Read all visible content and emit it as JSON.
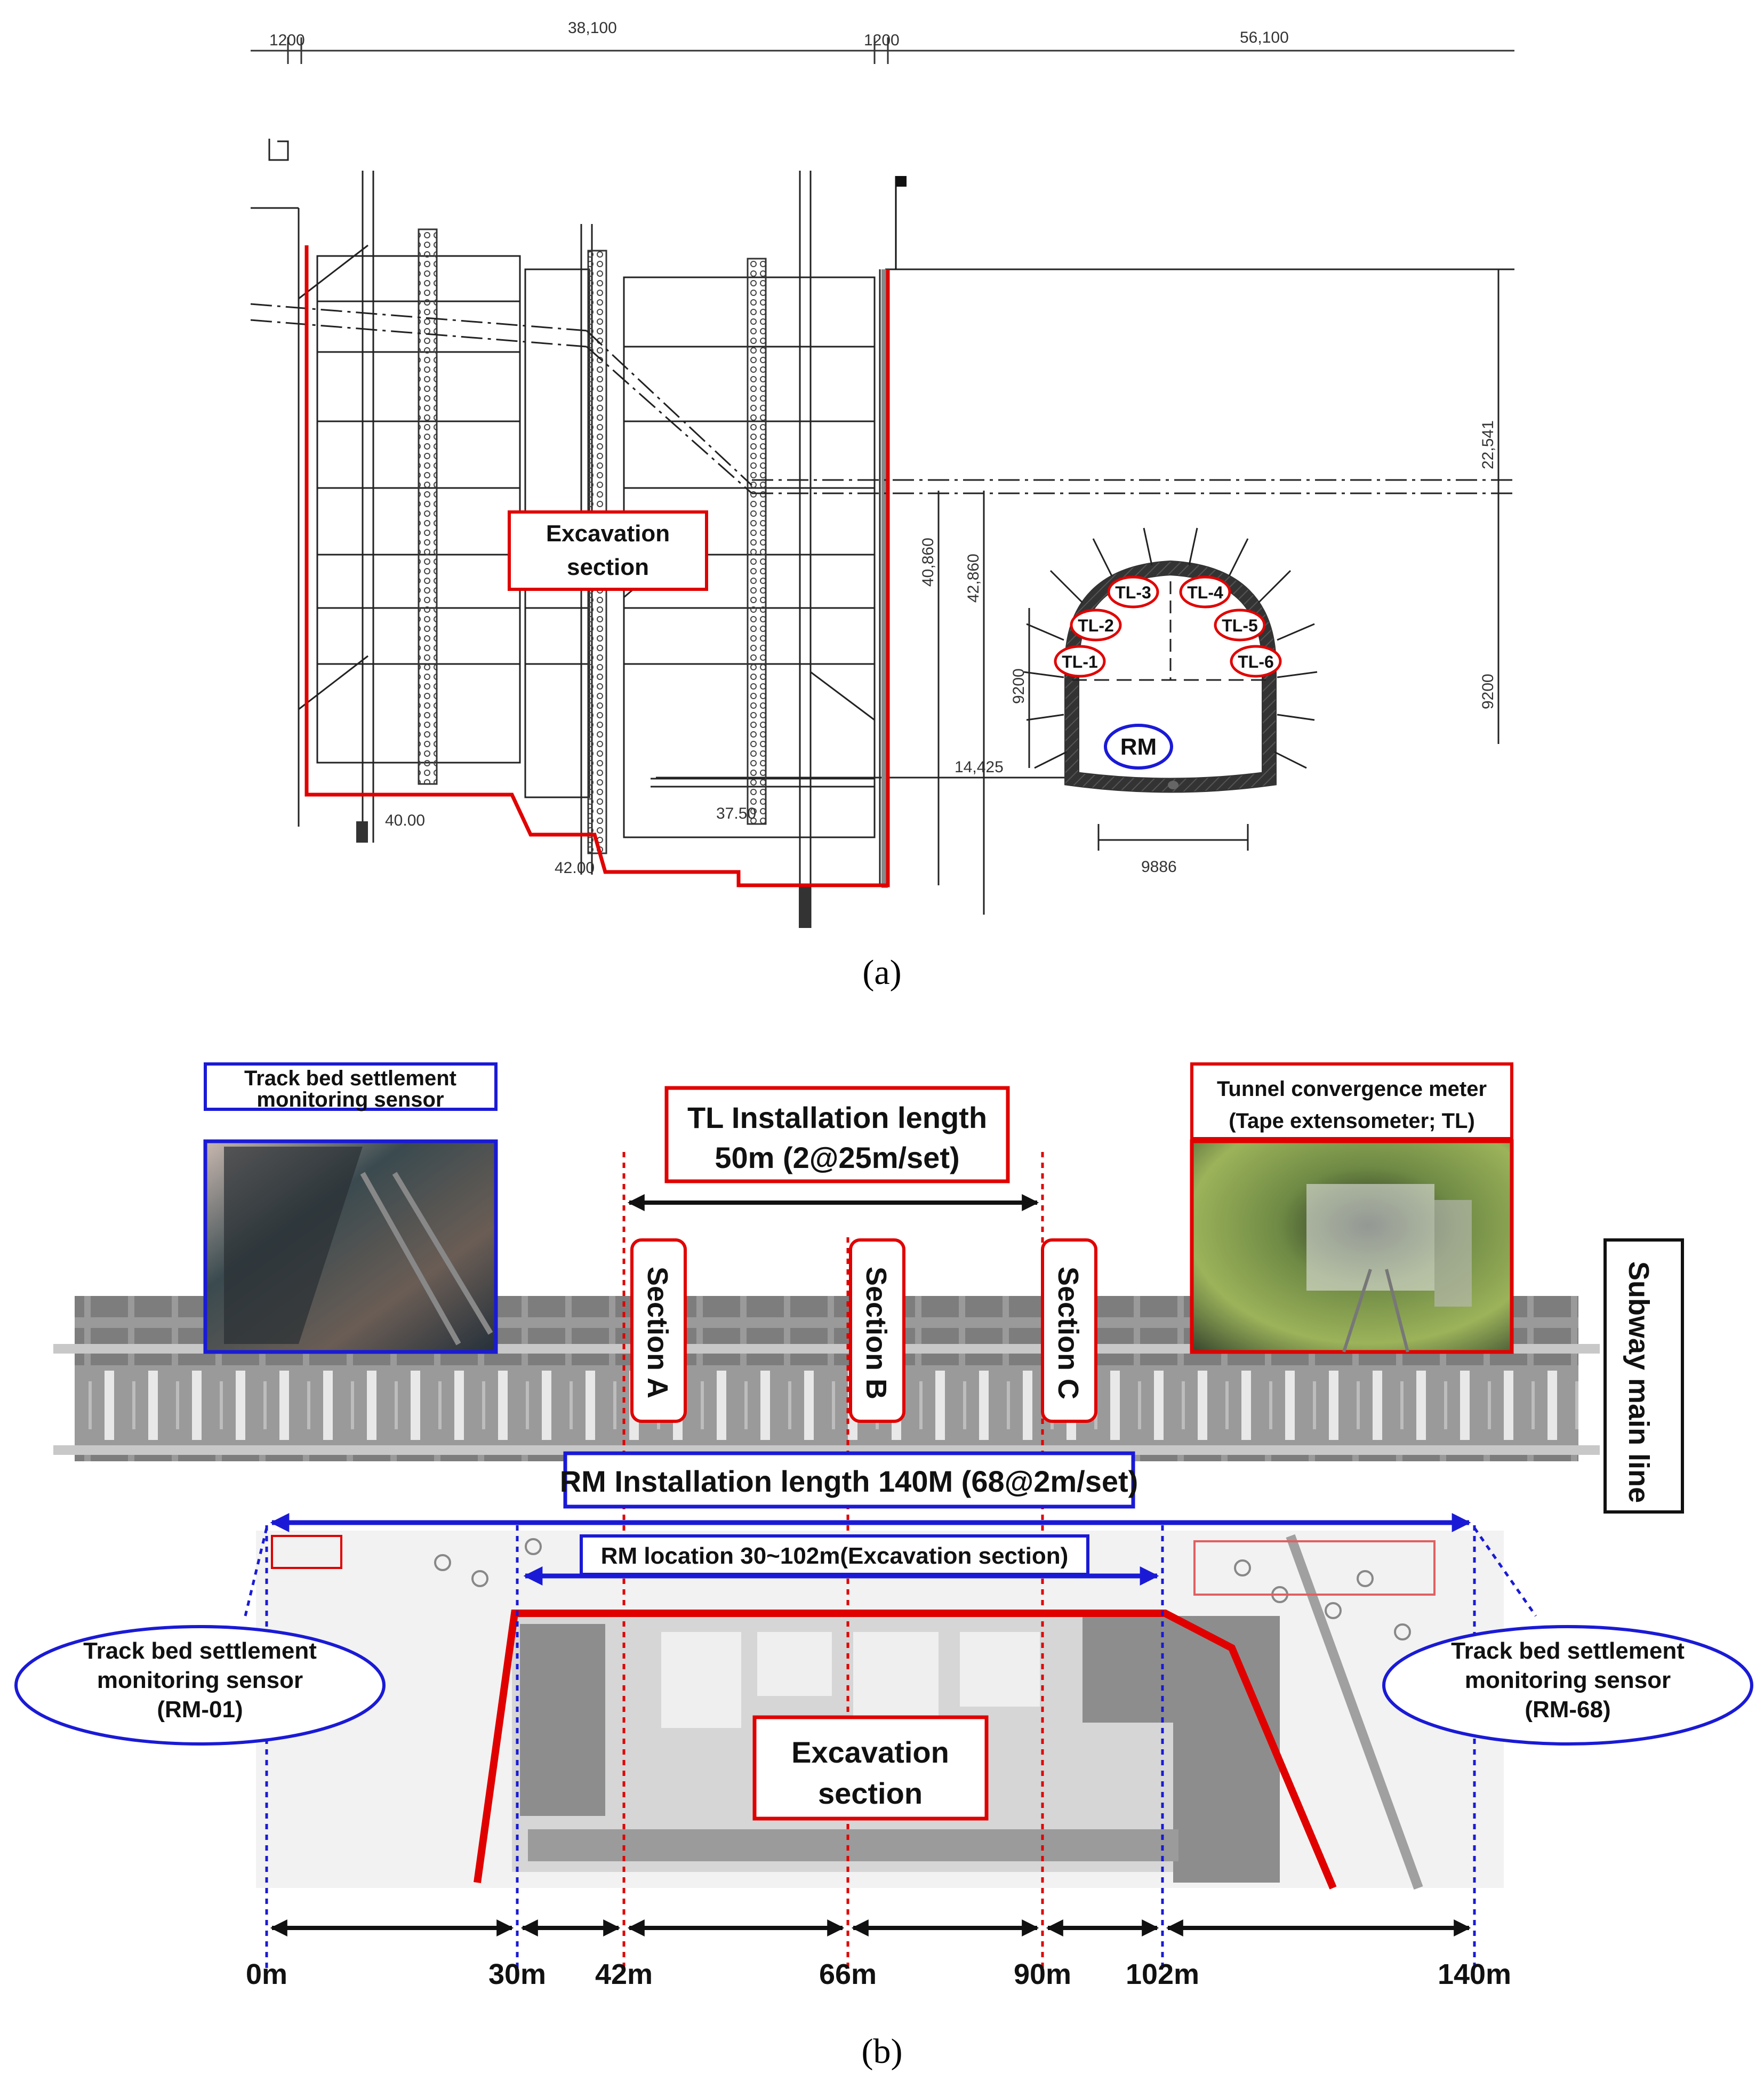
{
  "panel_a": {
    "caption": "(a)",
    "top_dims": [
      "1200",
      "38,100",
      "1200",
      "56,100"
    ],
    "right_dims": [
      "22,541",
      "9200"
    ],
    "tunnel_dims": [
      "40,860",
      "42,860",
      "9200",
      "14,425",
      "9886"
    ],
    "level_marks": [
      "40.00",
      "42.00",
      "37.50"
    ],
    "excavation_label": [
      "Excavation",
      "section"
    ],
    "tl_labels": [
      "TL-3",
      "TL-4",
      "TL-2",
      "TL-5",
      "TL-1",
      "TL-6"
    ],
    "rm_label": "RM"
  },
  "panel_b": {
    "caption": "(b)",
    "left_photo_title": [
      "Track bed settlement",
      "monitoring sensor"
    ],
    "right_photo_title": [
      "Tunnel convergence meter",
      "(Tape extensometer; TL)"
    ],
    "tl_install": [
      "TL Installation length",
      "50m (2@25m/set)"
    ],
    "sections": [
      "Section A",
      "Section B",
      "Section C"
    ],
    "subway_label": "Subway main line",
    "rm_install": "RM Installation length 140M (68@2m/set)",
    "rm_location": "RM location 30~102m(Excavation section)",
    "left_sensor": [
      "Track bed settlement",
      "monitoring sensor",
      "(RM-01)"
    ],
    "right_sensor": [
      "Track bed settlement",
      "monitoring sensor",
      "(RM-68)"
    ],
    "excavation_label": [
      "Excavation",
      "section"
    ],
    "distances": [
      "0m",
      "30m",
      "42m",
      "66m",
      "90m",
      "102m",
      "140m"
    ]
  },
  "colors": {
    "red": "#e00000",
    "blue": "#1a1ad6",
    "black": "#111111"
  }
}
